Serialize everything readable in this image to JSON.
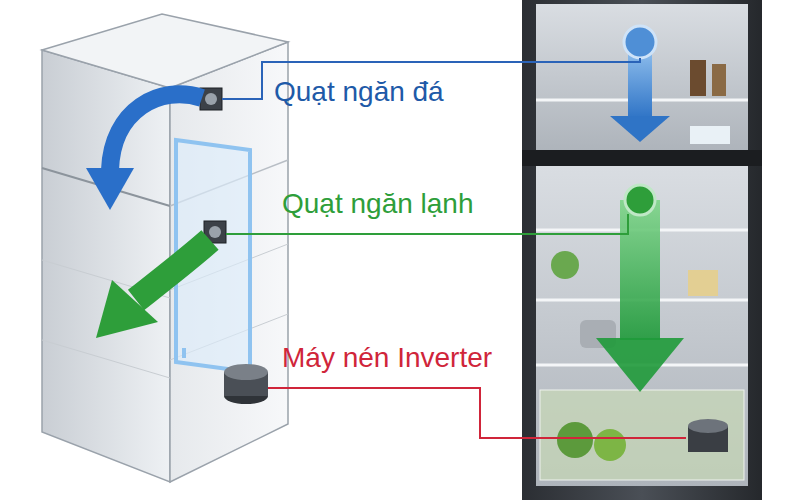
{
  "diagram": {
    "labels": [
      "Quạt ngăn đá",
      "Quạt ngăn lạnh",
      "Máy nén Inverter"
    ]
  }
}
